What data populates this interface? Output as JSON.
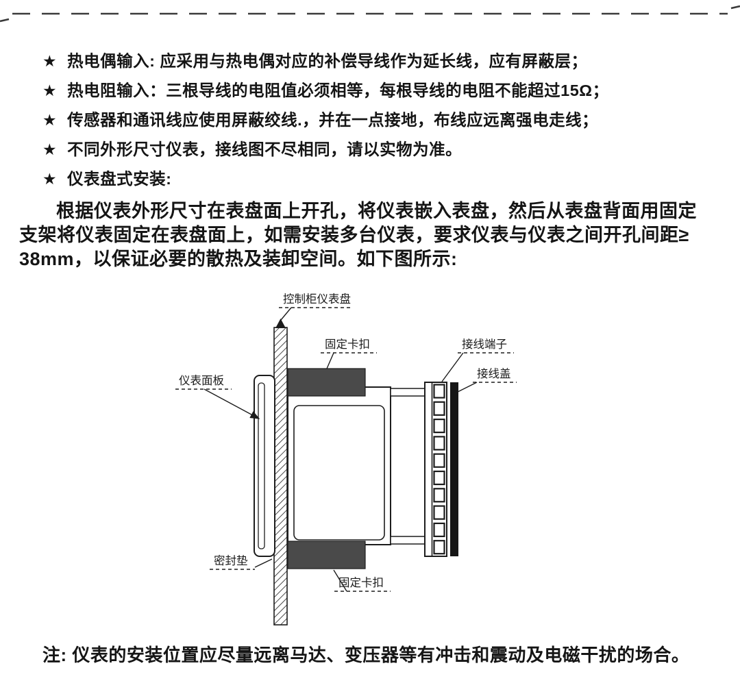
{
  "page": {
    "bullets": [
      {
        "marker": "★",
        "text": "热电偶输入: 应采用与热电偶对应的补偿导线作为延长线，应有屏蔽层；"
      },
      {
        "marker": "★",
        "text": "热电阻输入：三根导线的电阻值必须相等，每根导线的电阻不能超过15Ω；"
      },
      {
        "marker": "★",
        "text": "传感器和通讯线应使用屏蔽绞线.，并在一点接地，布线应远离强电走线；"
      },
      {
        "marker": "★",
        "text": "不同外形尺寸仪表，接线图不尽相同，请以实物为准。"
      },
      {
        "marker": "★",
        "text": "仪表盘式安装:"
      }
    ],
    "paragraph_lines": [
      "根据仪表外形尺寸在表盘面上开孔，将仪表嵌入表盘，然后从表盘背面用固定",
      "支架将仪表固定在表盘面上，如需安装多台仪表，要求仪表与仪表之间开孔间距≥",
      "38mm，以保证必要的散热及装卸空间。如下图所示:"
    ],
    "note": "注: 仪表的安装位置应尽量远离马达、变压器等有冲击和震动及电磁干扰的场合。"
  },
  "diagram": {
    "labels": {
      "panel": "控制柜仪表盘",
      "clip_top": "固定卡扣",
      "terminal": "接线端子",
      "cover": "接线盖",
      "faceplate": "仪表面板",
      "gasket": "密封垫",
      "clip_bottom": "固定卡扣"
    },
    "colors": {
      "clip_fill": "#4a4a4a",
      "cover_fill": "#161616",
      "line": "#1c1c1c"
    }
  }
}
